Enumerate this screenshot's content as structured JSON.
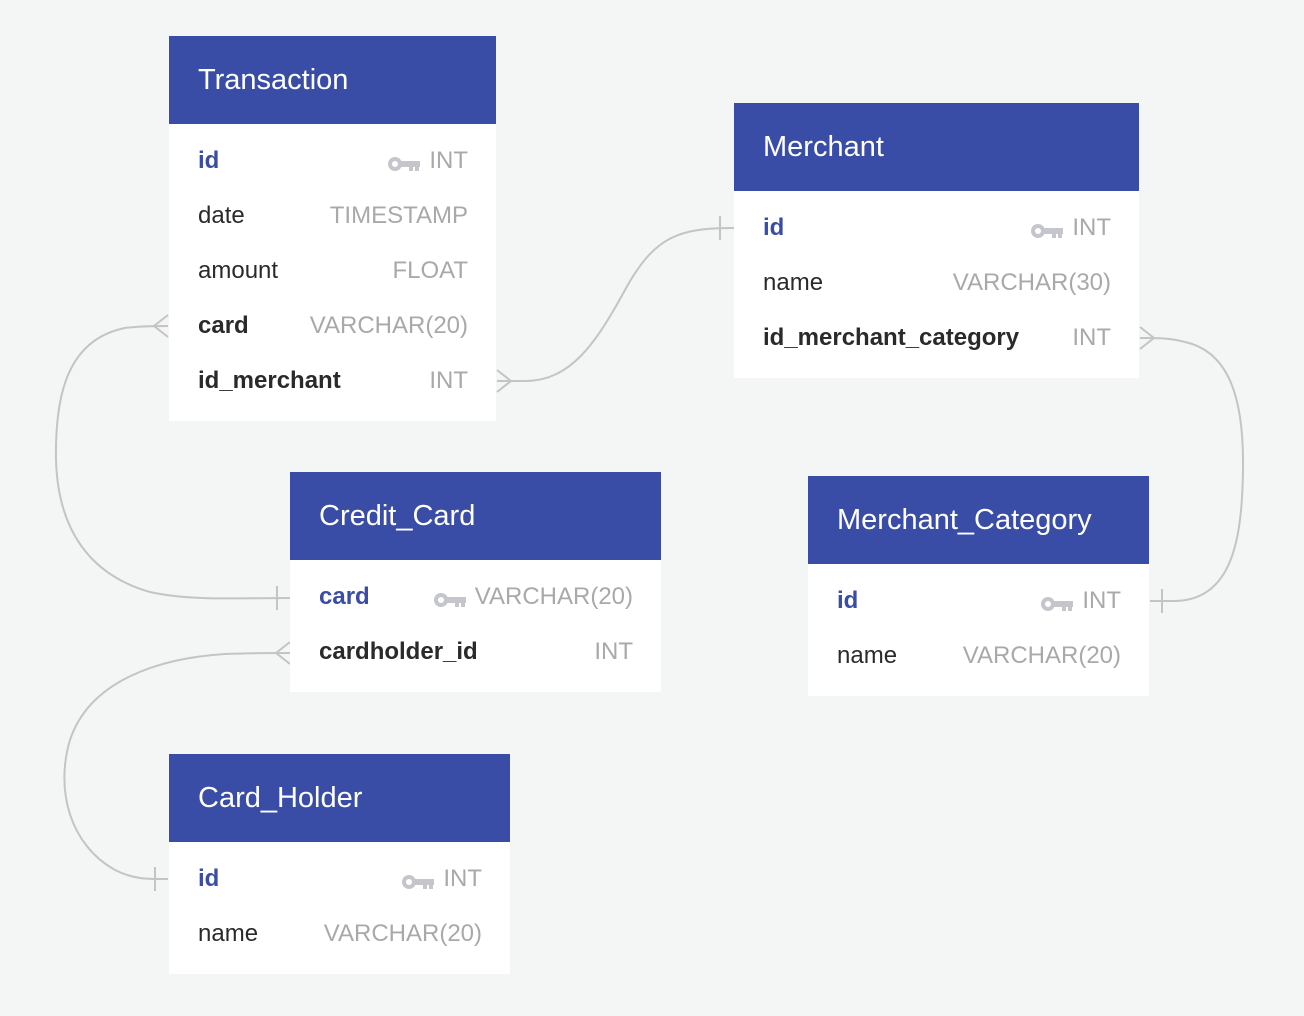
{
  "colors": {
    "background": "#f4f5f5",
    "header": "#3a4da6",
    "primary_key_text": "#3a4da6",
    "connector": "#c4c4c4",
    "type_text": "#a9a9a9"
  },
  "tables": {
    "transaction": {
      "title": "Transaction",
      "columns": [
        {
          "name": "id",
          "type": "INT",
          "role": "pk"
        },
        {
          "name": "date",
          "type": "TIMESTAMP",
          "role": ""
        },
        {
          "name": "amount",
          "type": "FLOAT",
          "role": ""
        },
        {
          "name": "card",
          "type": "VARCHAR(20)",
          "role": "fk"
        },
        {
          "name": "id_merchant",
          "type": "INT",
          "role": "fk"
        }
      ]
    },
    "merchant": {
      "title": "Merchant",
      "columns": [
        {
          "name": "id",
          "type": "INT",
          "role": "pk"
        },
        {
          "name": "name",
          "type": "VARCHAR(30)",
          "role": ""
        },
        {
          "name": "id_merchant_category",
          "type": "INT",
          "role": "fk"
        }
      ]
    },
    "credit_card": {
      "title": "Credit_Card",
      "columns": [
        {
          "name": "card",
          "type": "VARCHAR(20)",
          "role": "pk"
        },
        {
          "name": "cardholder_id",
          "type": "INT",
          "role": "fk"
        }
      ]
    },
    "merchant_category": {
      "title": "Merchant_Category",
      "columns": [
        {
          "name": "id",
          "type": "INT",
          "role": "pk"
        },
        {
          "name": "name",
          "type": "VARCHAR(20)",
          "role": ""
        }
      ]
    },
    "card_holder": {
      "title": "Card_Holder",
      "columns": [
        {
          "name": "id",
          "type": "INT",
          "role": "pk"
        },
        {
          "name": "name",
          "type": "VARCHAR(20)",
          "role": ""
        }
      ]
    }
  },
  "icons": {
    "primary_key": "key-icon"
  }
}
